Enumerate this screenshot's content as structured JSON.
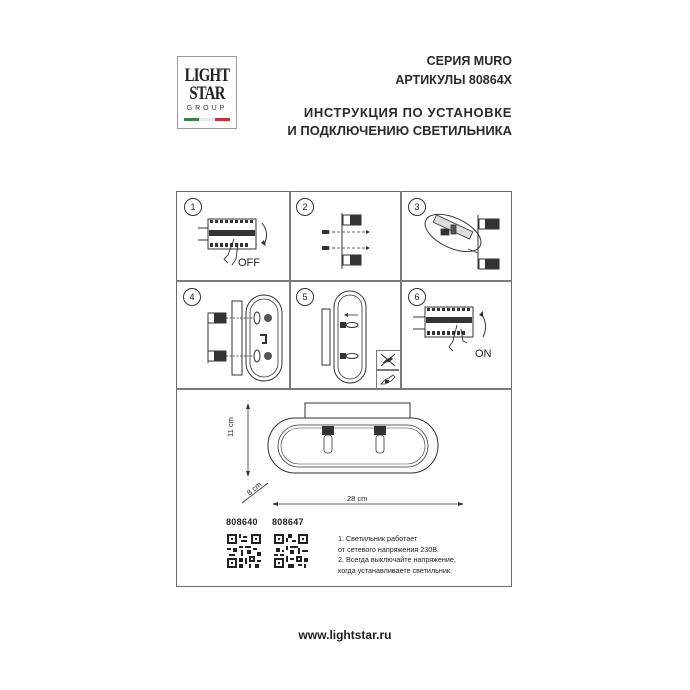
{
  "logo": {
    "line1": "LIGHT",
    "line2": "STAR",
    "line3": "GROUP",
    "flag_colors": [
      "#2e8b3a",
      "#ffffff",
      "#d62b2b"
    ]
  },
  "header": {
    "series": "СЕРИЯ MURO",
    "articles": "АРТИКУЛЫ 80864X",
    "title_line1": "ИНСТРУКЦИЯ ПО УСТАНОВКЕ",
    "title_line2": "И ПОДКЛЮЧЕНИЮ СВЕТИЛЬНИКА"
  },
  "steps": [
    {
      "number": "1",
      "label": "OFF",
      "icon": "circuit-breaker-off-icon"
    },
    {
      "number": "2",
      "label": "",
      "icon": "wall-anchors-icon"
    },
    {
      "number": "3",
      "label": "",
      "icon": "terminal-block-icon"
    },
    {
      "number": "4",
      "label": "",
      "icon": "mounting-plate-icon"
    },
    {
      "number": "5",
      "label": "",
      "icon": "bulb-insert-icon"
    },
    {
      "number": "6",
      "label": "ON",
      "icon": "circuit-breaker-on-icon"
    }
  ],
  "warning_icons": [
    "no-bare-hands-icon",
    "use-gloves-icon"
  ],
  "dimensions": {
    "height": "11 cm",
    "depth": "8 cm",
    "width": "28 cm"
  },
  "qr_codes": [
    {
      "label": "808640"
    },
    {
      "label": "808647"
    }
  ],
  "notes": {
    "line1": "1. Светильник работает",
    "line2": "от сетевого напряжения 230В.",
    "line3": "2. Всегда выключайте напряжение,",
    "line4": "когда устанавливаете светильник."
  },
  "footer": {
    "url": "www.lightstar.ru"
  }
}
